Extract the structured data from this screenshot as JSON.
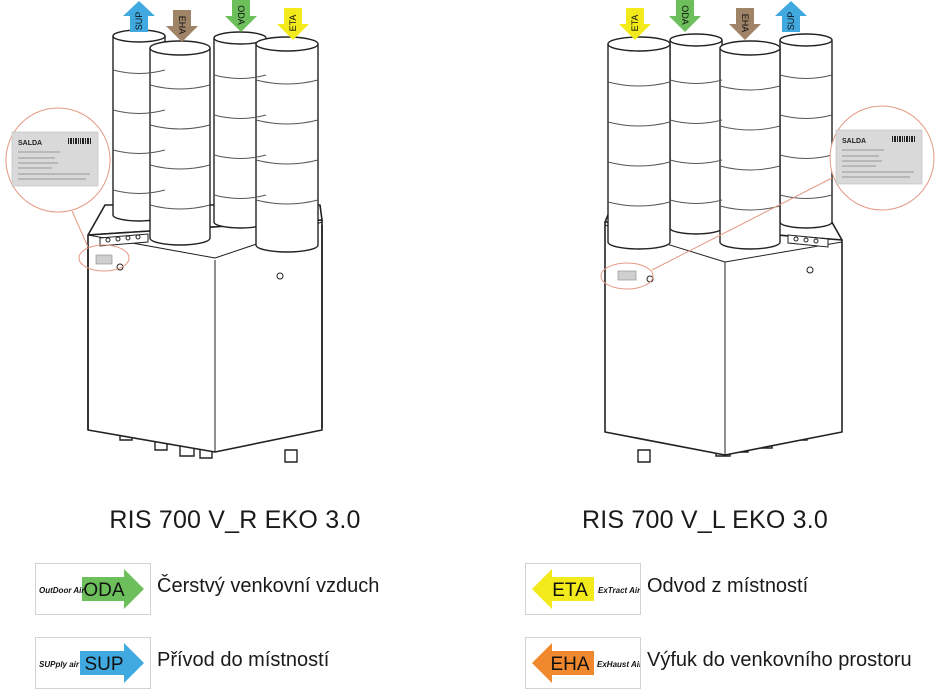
{
  "units": [
    {
      "title": "RIS 700 V_R EKO 3.0",
      "ports": [
        "SUP",
        "EHA",
        "ODA",
        "ETA"
      ],
      "label": {
        "brand": "SALDA"
      }
    },
    {
      "title": "RIS 700 V_L EKO 3.0",
      "ports": [
        "ETA",
        "ODA",
        "EHA",
        "SUP"
      ],
      "label": {
        "brand": "SALDA"
      }
    }
  ],
  "legend": [
    {
      "code": "ODA",
      "caption": "OutDoor Air",
      "description": "Čerstvý venkovní vzduch",
      "color": "#6cbf5a"
    },
    {
      "code": "SUP",
      "caption": "SUPply air",
      "description": "Přívod do místností",
      "color": "#3fa9e0"
    },
    {
      "code": "ETA",
      "caption": "ExTract Air",
      "description": "Odvod z místností",
      "color": "#f2ea1a"
    },
    {
      "code": "EHA",
      "caption": "ExHaust Air",
      "description": "Výfuk do venkovního prostoru",
      "color": "#f0892e"
    }
  ],
  "port_colors": {
    "SUP": "#3fa9e0",
    "EHA": "#a08468",
    "ODA": "#6cbf5a",
    "ETA": "#f2ea1a"
  },
  "accent_callout": "#e39a84"
}
